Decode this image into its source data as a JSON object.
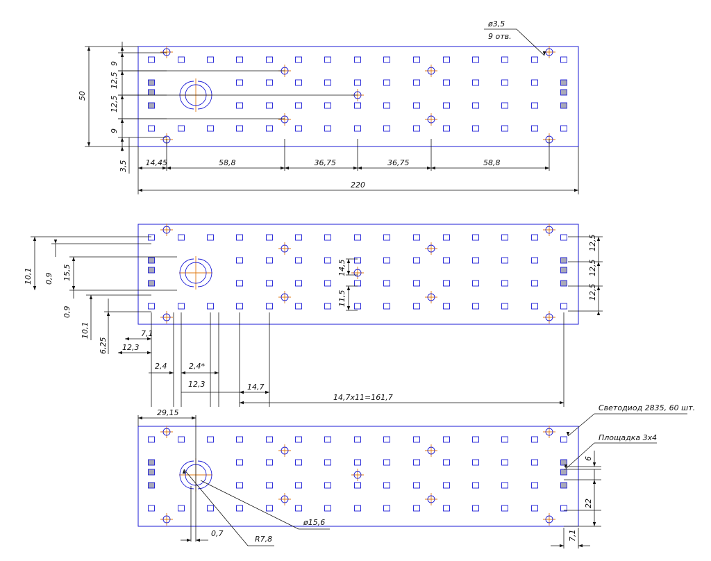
{
  "colors": {
    "outline": "#1b1bd6",
    "centerline": "#e07a10",
    "pad_fill": "#a9a9b8",
    "dimension": "#111111"
  },
  "view1": {
    "hole_note_dia": "ø3,5",
    "hole_note_count": "9 отв.",
    "dim_height": "50",
    "dim_left": [
      "9",
      "12,5",
      "12,5",
      "9"
    ],
    "dim_bottom_offset": "3,5",
    "dim_chain": [
      "14,45",
      "58,8",
      "36,75",
      "36,75",
      "58,8"
    ],
    "dim_total": "220"
  },
  "view2": {
    "dim_left": [
      "10,1",
      "0,9",
      "15,5",
      "0,9",
      "10,1",
      "6,25"
    ],
    "dim_mid": [
      "14,5",
      "11,5"
    ],
    "dim_right": [
      "12,5",
      "12,5",
      "12,5"
    ],
    "dim_pitch_a": "7,1",
    "dim_pitch_b": "12,3",
    "dim_gap_a": "2,4",
    "dim_gap_b": "2,4*",
    "dim_pitch_c": "12,3",
    "dim_pitch_d": "14,7",
    "dim_array": "14,7x11=161,7"
  },
  "view3": {
    "dim_offset": "29,15",
    "note_led": "Светодиод 2835, 60 шт.",
    "note_pad": "Площадка 3х4",
    "dim_pad_gap": "6",
    "dim_pad_height": "22",
    "dim_pad_edge": "7,1",
    "dim_small": "0,7",
    "dim_radius": "R7,8",
    "dim_dia": "ø15,6"
  }
}
